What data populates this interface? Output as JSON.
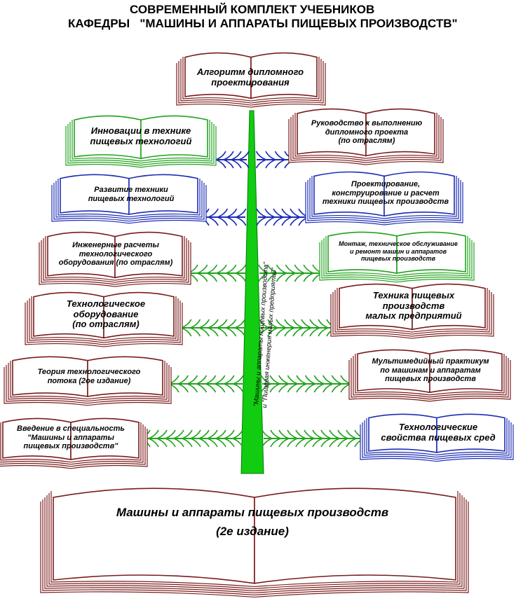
{
  "header": {
    "line1": "СОВРЕМЕННЫЙ КОМПЛЕКТ УЧЕБНИКОВ",
    "line2": "КАФЕДРЫ   \"МАШИНЫ И АППАРАТЫ ПИЩЕВЫХ ПРОИЗВОДСТВ\""
  },
  "colors": {
    "red": "#7b1c1c",
    "green": "#22a31e",
    "blue": "#1c2db5",
    "trunk": "#11cc11"
  },
  "trunk": {
    "line1": "\"Машины и аппараты пищевых производств\"",
    "line2": "и \"Пищевая инженерия малых предприятий\""
  },
  "books": {
    "top": {
      "lines": [
        "Алгоритм дипломного",
        "проектирования"
      ]
    },
    "left1": {
      "lines": [
        "Инновации в технике",
        "пищевых технологий"
      ]
    },
    "right1": {
      "lines": [
        "Руководство к выполнению",
        "дипломного проекта",
        "(по отраслям)"
      ]
    },
    "left2": {
      "lines": [
        "Развитие техники",
        "пищевых технологий"
      ]
    },
    "right2": {
      "lines": [
        "Проектирование,",
        "конструирование и расчет",
        "техники пищевых производств"
      ]
    },
    "left3": {
      "lines": [
        "Инженерные расчеты",
        "технологического",
        "оборудования (по отраслям)"
      ]
    },
    "right3": {
      "lines": [
        "Монтаж, техническое обслуживание",
        "и ремонт машин и аппаратов",
        "пищевых производств"
      ]
    },
    "left4": {
      "lines": [
        "Технологическое",
        "оборудование",
        "(по отраслям)"
      ]
    },
    "right4": {
      "lines": [
        "Техника пищевых",
        "производств",
        "малых предприятий"
      ]
    },
    "left5": {
      "lines": [
        "Теория технологического",
        "потока (2ое издание)"
      ]
    },
    "right5": {
      "lines": [
        "Мультимедийный практикум",
        "по машинам и аппаратам",
        "пищевых производств"
      ]
    },
    "left6": {
      "lines": [
        "Введение в специальность",
        "\"Машины и аппараты",
        "пищевых производств\""
      ]
    },
    "right6": {
      "lines": [
        "Технологические",
        "свойства пищевых сред"
      ]
    },
    "bottom": {
      "lines": [
        "Машины и аппараты пищевых производств",
        "(2е издание)"
      ]
    }
  }
}
